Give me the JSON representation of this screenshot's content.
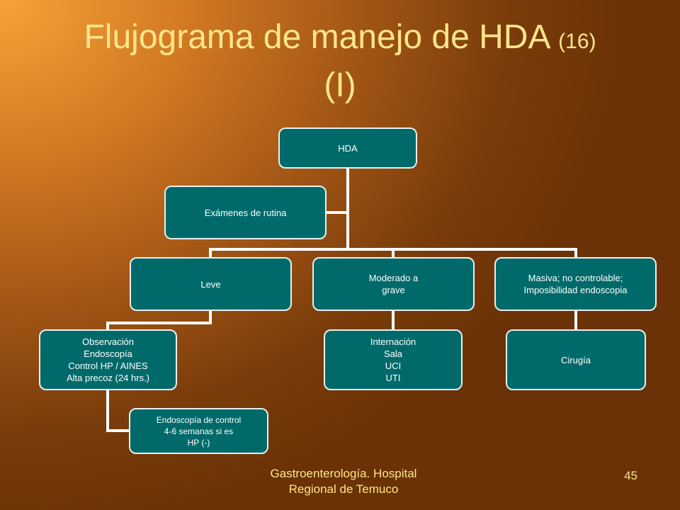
{
  "slide": {
    "title_main": "Flujograma de manejo de HDA",
    "title_number": "(16)",
    "title_part": "(I)"
  },
  "nodes": {
    "hda": "HDA",
    "examenes": "Exámenes de rutina",
    "leve": "Leve",
    "moderado": "Moderado a\ngrave",
    "masiva": "Masiva; no controlable;\nImposibilidad endoscopia",
    "observacion": "Observación\nEndoscopía\nControl HP / AINES\nAlta precoz (24 hrs.)",
    "endoscopia_control": "Endoscopía de control\n4-6 semanas si es\nHP (-)",
    "internacion": "Internación\nSala\nUCI\nUTI",
    "cirugia": "Cirugía"
  },
  "footer": {
    "text": "Gastroenterología. Hospital Regional de Temuco",
    "page_number": "45"
  },
  "colors": {
    "node_fill": "#006a6a",
    "node_border": "#e8f0f0",
    "title_text": "#ffe68a",
    "connector": "#ffffff"
  }
}
